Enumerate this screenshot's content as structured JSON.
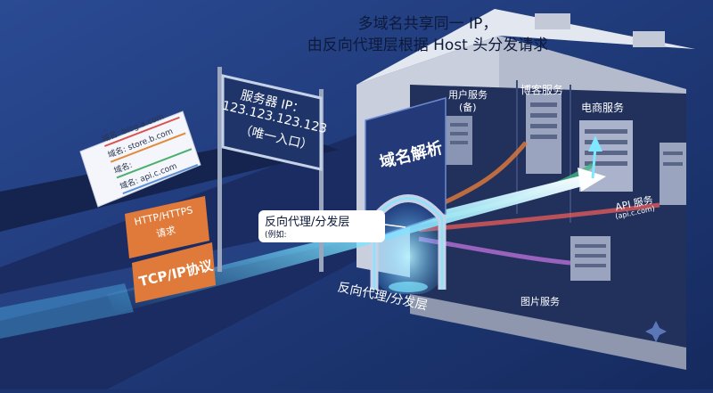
{
  "title": {
    "line1": "多域名共享同一 IP，",
    "line2": "由反向代理层根据 Host 头分发请求"
  },
  "sign": {
    "line1": "服务器 IP：",
    "line2": "123.123.123.123",
    "line3": "（唯一入口）"
  },
  "domains": {
    "items": [
      "域名: blog.a.com",
      "域名: store.b.com",
      "域名:",
      "域名: api.c.com"
    ],
    "line_colors": [
      "#d9534f",
      "#e08a3c",
      "#4caf6e",
      "#5a8fd6"
    ]
  },
  "protocol": {
    "http_line1": "HTTP/HTTPS",
    "http_line2": "请求",
    "tcp": "TCP/IP协议"
  },
  "dns_label": "域名解析",
  "proxy": {
    "callout_line1": "反向代理/分发层",
    "callout_line2": "(例如:",
    "bottom_label": "反向代理/分发层"
  },
  "services": {
    "user_line1": "用户服务",
    "user_line2": "(备)",
    "blog": "博客服务",
    "ecommerce": "电商服务",
    "api_line1": "API 服务",
    "api_line2": "(api.c.com)",
    "image": "图片服务"
  },
  "colors": {
    "bg": "#1c3470",
    "building": "#d7dbe6",
    "interior": "#25345f",
    "glow": "#7fe7ff",
    "http_box": "#e07a3a"
  }
}
